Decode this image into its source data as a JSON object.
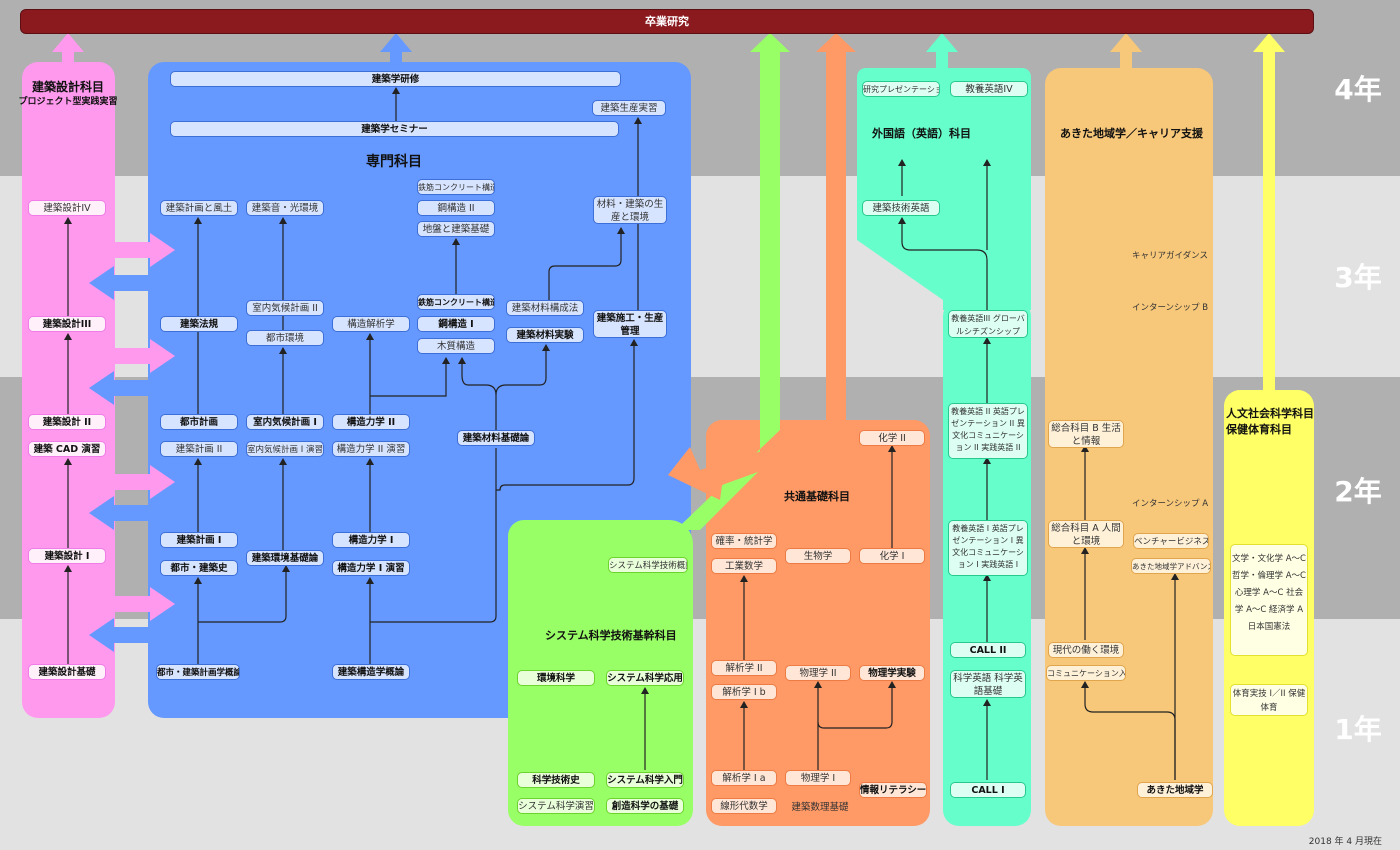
{
  "top_bar": "卒業研究",
  "years": [
    "4年",
    "3年",
    "2年",
    "1年"
  ],
  "date_note": "2018 年 4 月現在",
  "panels": {
    "kenchiku_sekkei": {
      "title_1": "建築設計科目",
      "title_2": "プロジェクト型実践実習"
    },
    "senmon": {
      "title": "専門科目"
    },
    "system": {
      "title": "システム科学技術基幹科目"
    },
    "kyotsu": {
      "title": "共通基礎科目"
    },
    "gaikokugo": {
      "title": "外国語（英語）科目"
    },
    "akita": {
      "title": "あきた地域学／キャリア支援"
    },
    "jinbun": {
      "title_1": "人文社会科学科目",
      "title_2": "保健体育科目"
    }
  },
  "nodes": {
    "pk1": "建築設計IV",
    "pk2": "建築設計III",
    "pk3": "建築設計 II",
    "pk4": "建築 CAD 演習",
    "pk5": "建築設計 I",
    "pk6": "建築設計基礎",
    "b1": "建築学研修",
    "b2": "建築学セミナー",
    "b3": "建築生産実習",
    "b4": "建築計画と風土",
    "b5": "建築音・光環境",
    "b6": "鉄筋コンクリート構造II",
    "b7": "鋼構造 II",
    "b8": "地盤と建築基礎",
    "b9": "材料・建築の生産と環境",
    "b10": "室内気候計画 II",
    "b11": "鉄筋コンクリート構造 I",
    "b12": "建築材料構成法",
    "b13": "建築法規",
    "b14": "都市環境",
    "b15": "構造解析学",
    "b16": "鋼構造 I",
    "b17": "建築材料実験",
    "b18": "建築施工・生産管理",
    "b19": "木質構造",
    "b20": "都市計画",
    "b21": "室内気候計画 I",
    "b22": "構造力学 II",
    "b23": "建築材料基礎論",
    "b24": "建築計画 II",
    "b25": "室内気候計画 I 演習",
    "b26": "構造力学 II 演習",
    "b27": "建築計画 I",
    "b28": "建築環境基礎論",
    "b29": "構造力学 I",
    "b30": "都市・建築史",
    "b31": "構造力学 I 演習",
    "b32": "都市・建築計画学概論",
    "b33": "建築構造学概論",
    "g1": "システム科学技術概論",
    "g2": "環境科学",
    "g3": "システム科学応用",
    "g4": "科学技術史",
    "g5": "システム科学入門",
    "g6": "システム科学演習",
    "g7": "創造科学の基礎",
    "o1": "化学 II",
    "o2": "確率・統計学",
    "o3": "生物学",
    "o4": "化学 I",
    "o5": "工業数学",
    "o6": "解析学 II",
    "o7": "物理学 II",
    "o8": "物理学実験",
    "o9": "解析学 I b",
    "o10": "解析学 I a",
    "o11": "物理学 I",
    "o12": "情報リテラシー",
    "o13": "線形代数学",
    "o14": "建築数理基礎",
    "t1": "研究プレゼンテーション",
    "t2": "教養英語IV",
    "t3": "建築技術英語",
    "t4": "教養英語III グローバルシチズンシップ",
    "t5": "教養英語 II 英語プレゼンテーション II 異文化コミュニケーション II 実践英語 II",
    "t6": "教養英語 I 英語プレゼンテーション I 異文化コミュニケーション I 実践英語 I",
    "t7": "CALL II",
    "t8": "科学英語 科学英語基礎",
    "t9": "CALL I",
    "a1": "キャリアガイダンス",
    "a2": "インターンシップ B",
    "a3": "総合科目 B 生活と情報",
    "a4": "インターンシップ A",
    "a5": "総合科目 A 人間と環境",
    "a6": "ベンチャービジネス論",
    "a7": "あきた地域学アドバンスト",
    "a8": "現代の働く環境",
    "a9": "コミュニケーション入門",
    "a10": "あきた地域学",
    "y1": "文学・文化学 A～C 哲学・倫理学 A～C 心理学 A～C 社会学 A～C 経済学 A 日本国憲法",
    "y2": "体育実技 I／II 保健体育"
  },
  "colors": {
    "pink": "#ff99ee",
    "blue": "#6699ff",
    "green": "#99ff66",
    "orange": "#ff9966",
    "teal": "#66ffcc",
    "apricot": "#f7c77a",
    "yellow": "#ffff66",
    "bar": "#8b1a1f"
  }
}
